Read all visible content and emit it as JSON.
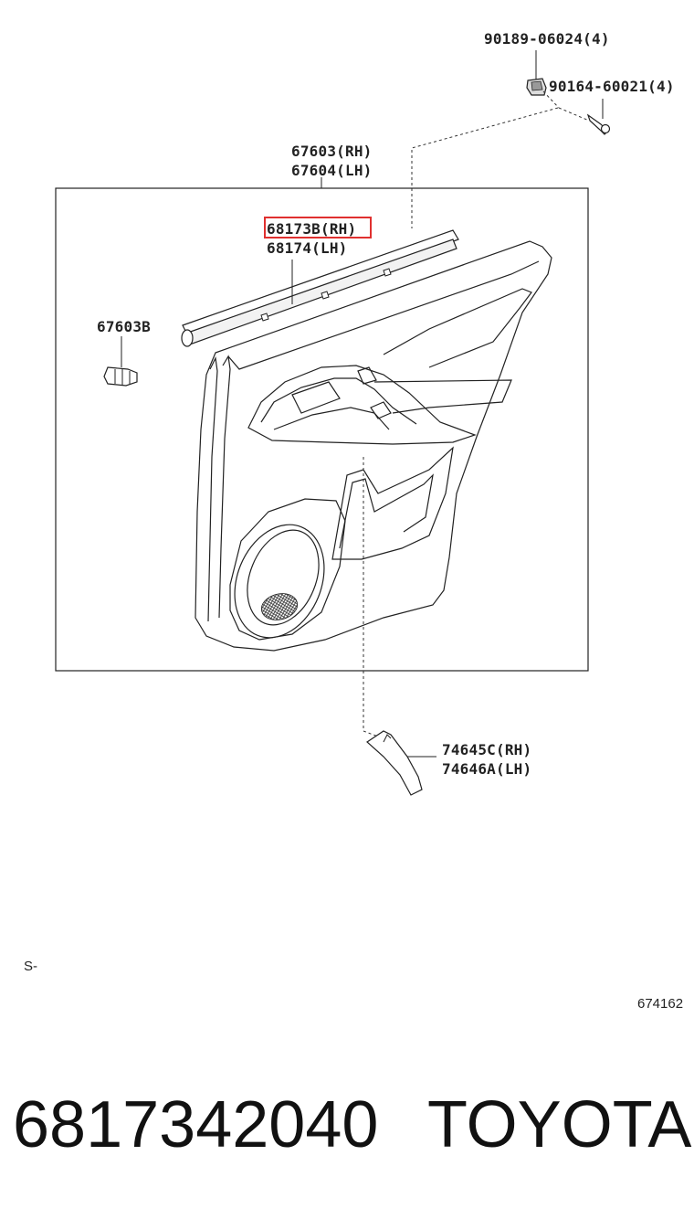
{
  "labels": {
    "bolt_90189": "90189-06024(4)",
    "screw_90164": "90164-60021(4)",
    "panel_rh": "67603(RH)",
    "panel_lh": "67604(LH)",
    "weatherstrip_rh": "68173B(RH)",
    "weatherstrip_lh": "68174(LH)",
    "clip": "67603B",
    "garnish_rh": "74645C(RH)",
    "garnish_lh": "74646A(LH)",
    "corner_mark": "S-",
    "diagram_id": "674162"
  },
  "footer": {
    "part_number": "6817342040",
    "brand": "TOYOTA"
  },
  "highlight_color": "#e0302f"
}
